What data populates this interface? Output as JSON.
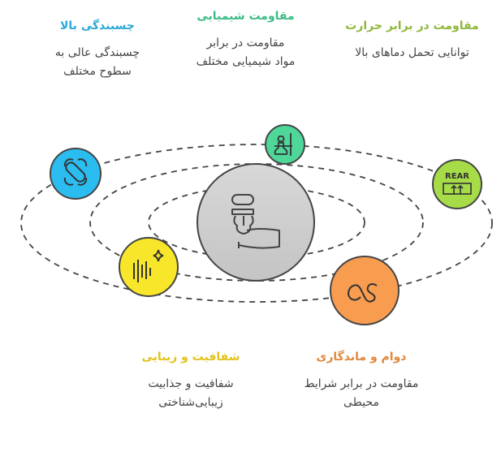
{
  "center": {
    "icon": "hand-holding-dropper-icon",
    "color": "#cfcfcf"
  },
  "features": [
    {
      "id": "adhesion",
      "title": "چسبندگی بالا",
      "description": "چسبندگی عالی به سطوح مختلف",
      "icon": "bandage-icon",
      "color": "#2bbcf0",
      "title_color": "#2aa8d8"
    },
    {
      "id": "chemical",
      "title": "مقاومت شیمیایی",
      "description": "مقاومت در برابر مواد شیمیایی مختلف",
      "icon": "lab-flask-icon",
      "color": "#4fd79a",
      "title_color": "#3dbb85"
    },
    {
      "id": "heat",
      "title": "مقاومت در برابر حرارت",
      "description": "توانایی تحمل دماهای بالا",
      "icon": "rear-defrost-icon",
      "icon_text": "REAR",
      "color": "#a6dc48",
      "title_color": "#8fb83a"
    },
    {
      "id": "transparency",
      "title": "شفافیت و زیبایی",
      "description": "شفافیت و جذابیت زیبایی‌شناختی",
      "icon": "sparkle-bars-icon",
      "color": "#f8e62a",
      "title_color": "#e2c21a"
    },
    {
      "id": "durability",
      "title": "دوام و ماندگاری",
      "description": "مقاومت در برابر شرایط محیطی",
      "icon": "infinity-icon",
      "color": "#f89c50",
      "title_color": "#e0873a"
    }
  ]
}
